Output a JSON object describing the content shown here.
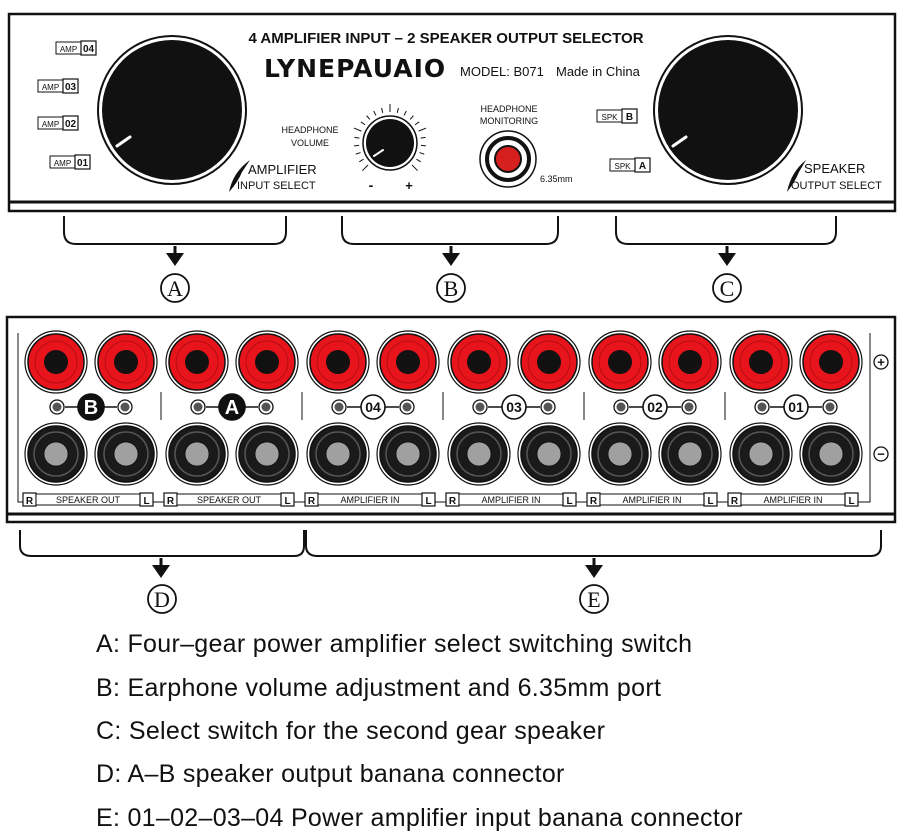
{
  "front_panel": {
    "title": "4 AMPLIFIER INPUT – 2 SPEAKER OUTPUT SELECTOR",
    "brand": "LYNEPAUAIO",
    "model": "MODEL: B071",
    "made_in": "Made in China",
    "amp_tags": [
      {
        "prefix": "AMP",
        "num": "04"
      },
      {
        "prefix": "AMP",
        "num": "03"
      },
      {
        "prefix": "AMP",
        "num": "02"
      },
      {
        "prefix": "AMP",
        "num": "01"
      }
    ],
    "amp_knob_label_1": "AMPLIFIER",
    "amp_knob_label_2": "INPUT  SELECT",
    "hp_volume_1": "HEADPHONE",
    "hp_volume_2": "VOLUME",
    "minus_sign": "-",
    "plus_sign": "+",
    "hp_mon_1": "HEADPHONE",
    "hp_mon_2": "MONITORING",
    "jack_size": "6.35mm",
    "spk_tags": [
      {
        "prefix": "SPK",
        "letter": "B"
      },
      {
        "prefix": "SPK",
        "letter": "A"
      }
    ],
    "spk_knob_label_1": "SPEAKER",
    "spk_knob_label_2": "OUTPUT SELECT"
  },
  "top_markers": [
    "A",
    "B",
    "C"
  ],
  "rear_panel": {
    "groups": [
      {
        "id": "B",
        "filled": true,
        "label": "SPEAKER OUT"
      },
      {
        "id": "A",
        "filled": true,
        "label": "SPEAKER OUT"
      },
      {
        "id": "04",
        "filled": false,
        "label": "AMPLIFIER  IN"
      },
      {
        "id": "03",
        "filled": false,
        "label": "AMPLIFIER  IN"
      },
      {
        "id": "02",
        "filled": false,
        "label": "AMPLIFIER  IN"
      },
      {
        "id": "01",
        "filled": false,
        "label": "AMPLIFIER  IN"
      }
    ],
    "right_tag": "R",
    "left_tag": "L",
    "plus_sign": "+",
    "minus_sign": "−"
  },
  "bottom_markers": [
    "D",
    "E"
  ],
  "legend": [
    "A: Four–gear power amplifier select switching switch",
    "B: Earphone volume adjustment and 6.35mm port",
    "C: Select switch for the second gear speaker",
    "D: A–B speaker output banana connector",
    "E: 01–02–03–04 Power amplifier input banana connector"
  ]
}
